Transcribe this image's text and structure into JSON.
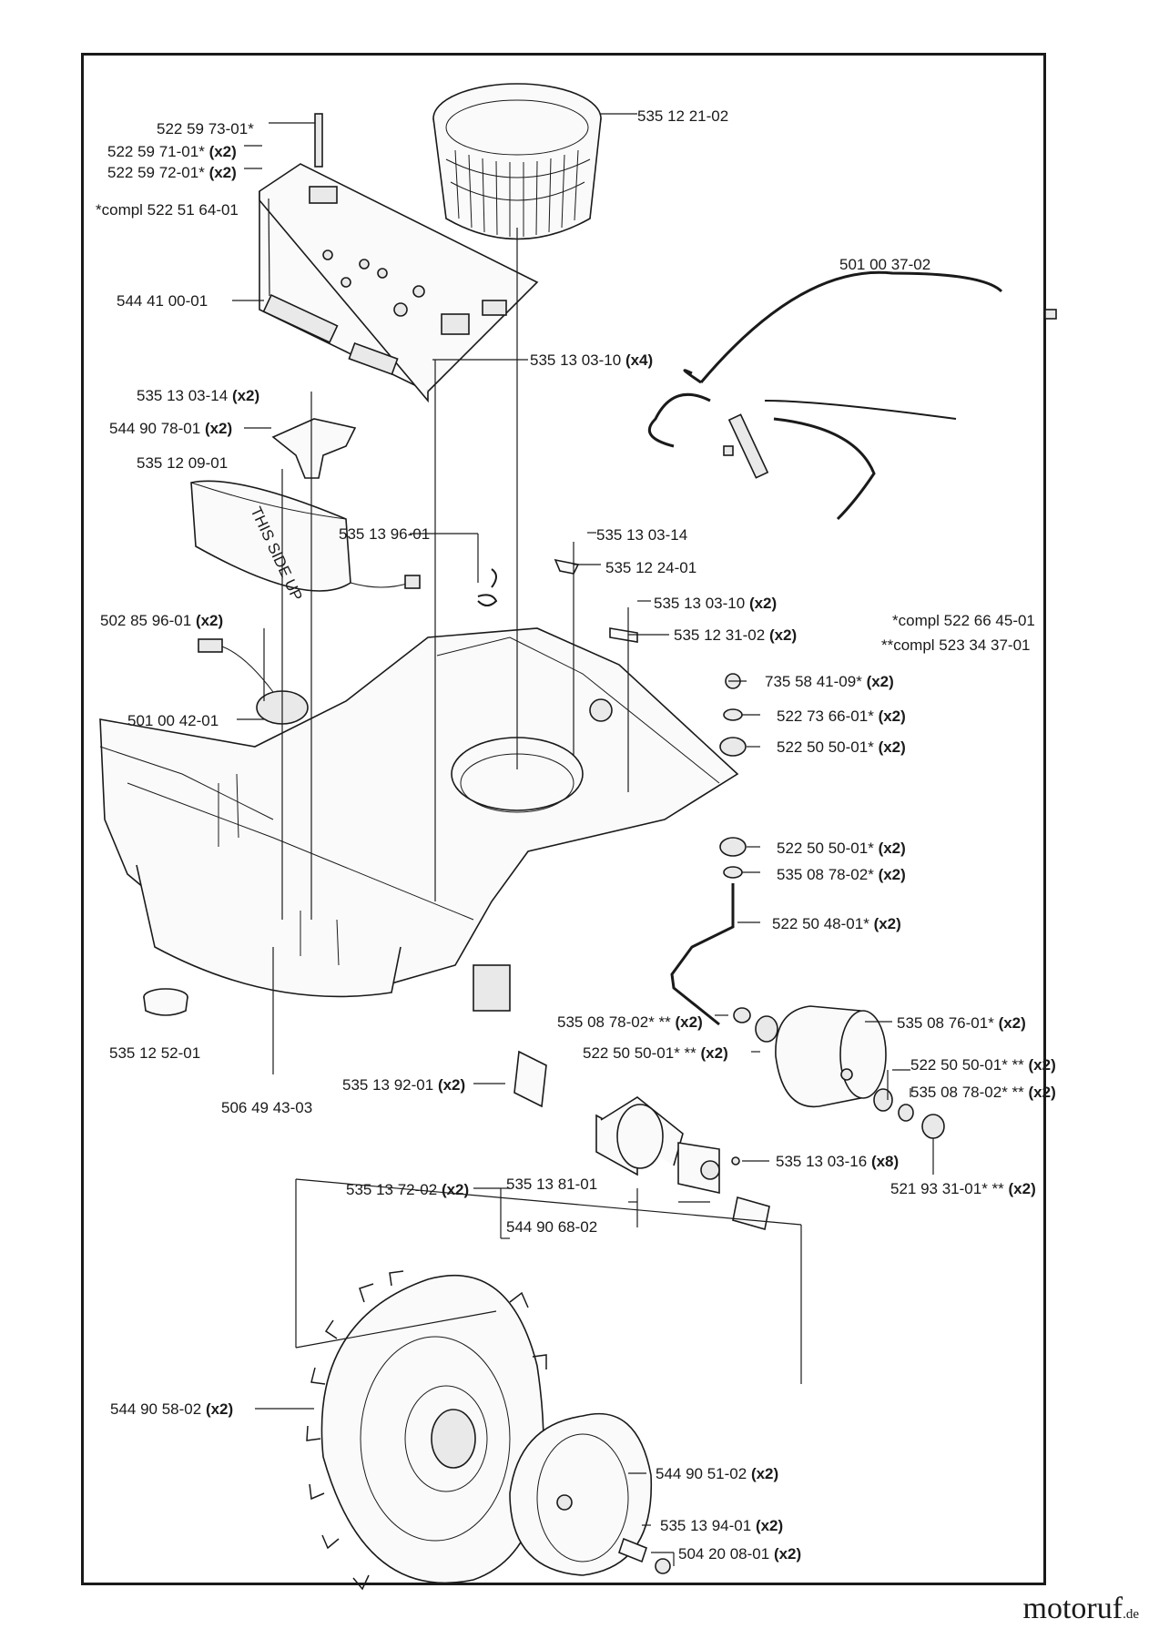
{
  "labels": [
    {
      "id": "p5352121",
      "num": "535 12 21-02",
      "qty": ""
    },
    {
      "id": "p5225973",
      "num": "522 59 73-01*",
      "qty": ""
    },
    {
      "id": "p5225971",
      "num": "522 59 71-01*",
      "qty": "(x2)"
    },
    {
      "id": "p5225972",
      "num": "522 59 72-01*",
      "qty": "(x2)"
    },
    {
      "id": "pcompl1",
      "num": "*compl 522 51 64-01",
      "qty": ""
    },
    {
      "id": "p5010037",
      "num": "501 00 37-02",
      "qty": ""
    },
    {
      "id": "p5444100",
      "num": "544 41 00-01",
      "qty": ""
    },
    {
      "id": "p5351310",
      "num": "535 13 03-10",
      "qty": "(x4)"
    },
    {
      "id": "p5351314a",
      "num": "535 13 03-14",
      "qty": "(x2)"
    },
    {
      "id": "p5449078",
      "num": "544 90 78-01",
      "qty": "(x2)"
    },
    {
      "id": "p5351209",
      "num": "535 12 09-01",
      "qty": ""
    },
    {
      "id": "p5351396",
      "num": "535 13 96-01",
      "qty": ""
    },
    {
      "id": "p5351314b",
      "num": "535 13 03-14",
      "qty": ""
    },
    {
      "id": "p5351224",
      "num": "535 12 24-01",
      "qty": ""
    },
    {
      "id": "p5351310b",
      "num": "535 13 03-10",
      "qty": "(x2)"
    },
    {
      "id": "p5351231",
      "num": "535 12 31-02",
      "qty": "(x2)"
    },
    {
      "id": "p5028596",
      "num": "502 85 96-01",
      "qty": "(x2)"
    },
    {
      "id": "pcompl2",
      "num": "*compl 522 66 45-01",
      "qty": ""
    },
    {
      "id": "pcompl3",
      "num": "**compl 523 34 37-01",
      "qty": ""
    },
    {
      "id": "p7355841",
      "num": "735 58 41-09*",
      "qty": "(x2)"
    },
    {
      "id": "p5010042",
      "num": "501 00 42-01",
      "qty": ""
    },
    {
      "id": "p5227366",
      "num": "522 73 66-01*",
      "qty": "(x2)"
    },
    {
      "id": "p5225050a",
      "num": "522 50 50-01*",
      "qty": "(x2)"
    },
    {
      "id": "p5225050b",
      "num": "522 50 50-01*",
      "qty": "(x2)"
    },
    {
      "id": "p5350878a",
      "num": "535 08 78-02*",
      "qty": "(x2)"
    },
    {
      "id": "p5225048",
      "num": "522 50 48-01*",
      "qty": "(x2)"
    },
    {
      "id": "p5350878b",
      "num": "535 08 78-02* **",
      "qty": "(x2)"
    },
    {
      "id": "p5350876",
      "num": "535 08 76-01*",
      "qty": "(x2)"
    },
    {
      "id": "p5351252",
      "num": "535 12 52-01",
      "qty": ""
    },
    {
      "id": "p5225050c",
      "num": "522 50 50-01* **",
      "qty": "(x2)"
    },
    {
      "id": "p5225050d",
      "num": "522 50 50-01* **",
      "qty": "(x2)"
    },
    {
      "id": "p5350878c",
      "num": "535 08 78-02* **",
      "qty": "(x2)"
    },
    {
      "id": "p5064943",
      "num": "506 49 43-03",
      "qty": ""
    },
    {
      "id": "p5351392",
      "num": "535 13 92-01",
      "qty": "(x2)"
    },
    {
      "id": "p5351316",
      "num": "535 13 03-16",
      "qty": "(x8)"
    },
    {
      "id": "p5351372",
      "num": "535 13 72-02",
      "qty": "(x2)"
    },
    {
      "id": "p5351381",
      "num": "535 13 81-01",
      "qty": ""
    },
    {
      "id": "p5219331",
      "num": "521 93 31-01* **",
      "qty": "(x2)"
    },
    {
      "id": "p5449068",
      "num": "544 90 68-02",
      "qty": ""
    },
    {
      "id": "p5449058",
      "num": "544 90 58-02",
      "qty": "(x2)"
    },
    {
      "id": "p5449051",
      "num": "544 90 51-02",
      "qty": "(x2)"
    },
    {
      "id": "p5351394",
      "num": "535 13 94-01",
      "qty": "(x2)"
    },
    {
      "id": "p5042008",
      "num": "504 20 08-01",
      "qty": "(x2)"
    }
  ],
  "battery_text": "THIS SIDE UP",
  "brand": {
    "name": "motoruf",
    "tld": ".de"
  }
}
